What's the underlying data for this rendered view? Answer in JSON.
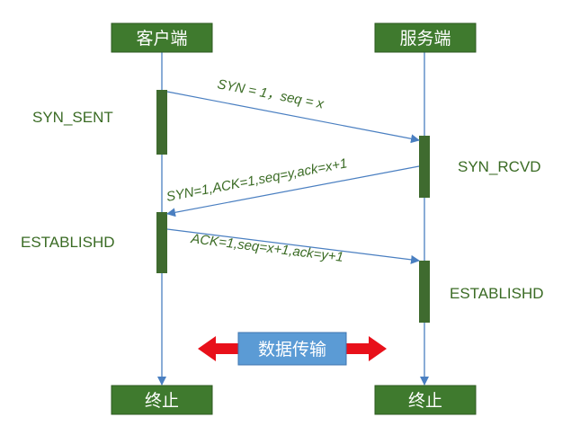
{
  "client": {
    "title": "客户端",
    "end_label": "终止"
  },
  "server": {
    "title": "服务端",
    "end_label": "终止"
  },
  "states": {
    "syn_sent": "SYN_SENT",
    "syn_rcvd": "SYN_RCVD",
    "client_established": "ESTABLISHD",
    "server_established": "ESTABLISHD"
  },
  "messages": {
    "first": "SYN = 1，seq = x",
    "second": "SYN=1,ACK=1,seq=y,ack=x+1",
    "third": "ACK=1,seq=x+1,ack=y+1"
  },
  "data_transfer": {
    "label": "数据传输"
  },
  "colors": {
    "box_green": "#3f7a2e",
    "lifeline_blue": "#4a7fc1",
    "activation_green": "#3f6b2f",
    "text_green": "#3a6b24",
    "arrow_red": "#e8101a",
    "data_blue": "#5b9bd5"
  }
}
